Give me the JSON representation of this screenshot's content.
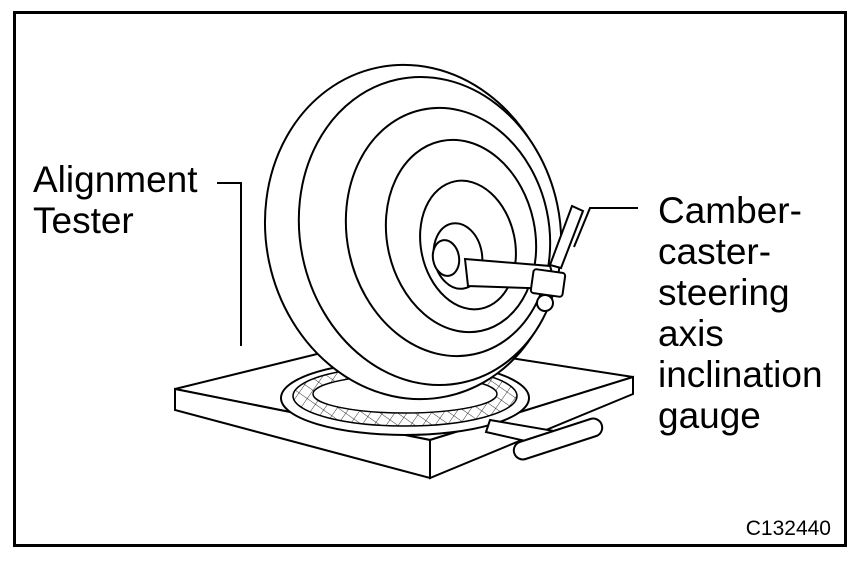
{
  "labels": {
    "alignment_tester": [
      "Alignment",
      "Tester"
    ],
    "camber_gauge": [
      "Camber-",
      "caster-",
      "steering",
      "axis",
      "inclination",
      "gauge"
    ]
  },
  "figure_code": "C132440",
  "colors": {
    "line": "#000000",
    "background": "#ffffff"
  }
}
